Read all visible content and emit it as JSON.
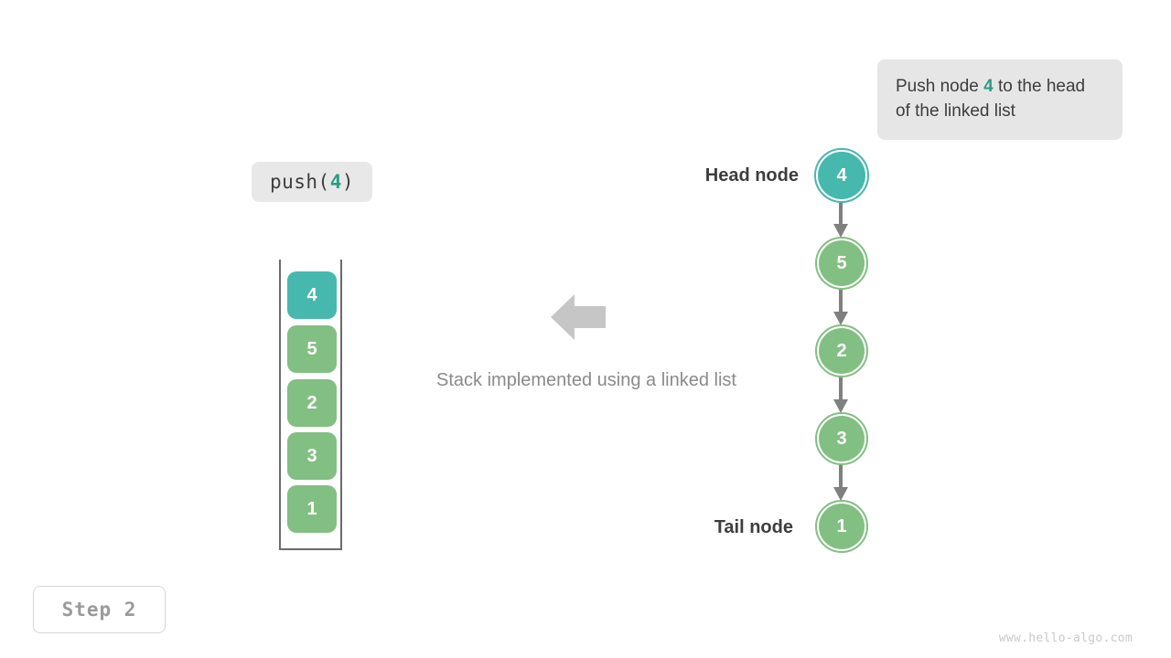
{
  "callout": {
    "text_before": "Push node ",
    "highlight": "4",
    "text_after": " to the head of the linked list",
    "bg_color": "#e6e6e6",
    "highlight_color": "#2c9c85"
  },
  "push_label": {
    "prefix": "push(",
    "value": "4",
    "suffix": ")"
  },
  "caption": "Stack implemented using a linked list",
  "center_arrow": {
    "direction": "left",
    "color": "#c6c6c6"
  },
  "stack": {
    "top_color": "#47b8ad",
    "cell_color": "#82bf82",
    "cells": [
      {
        "value": "4",
        "highlighted": true
      },
      {
        "value": "5",
        "highlighted": false
      },
      {
        "value": "2",
        "highlighted": false
      },
      {
        "value": "3",
        "highlighted": false
      },
      {
        "value": "1",
        "highlighted": false
      }
    ]
  },
  "linked_list": {
    "head_label": "Head node",
    "tail_label": "Tail node",
    "node_color": "#82bf82",
    "head_color": "#47b8ad",
    "arrow_color": "#808080",
    "nodes": [
      {
        "value": "4",
        "highlighted": true
      },
      {
        "value": "5",
        "highlighted": false
      },
      {
        "value": "2",
        "highlighted": false
      },
      {
        "value": "3",
        "highlighted": false
      },
      {
        "value": "1",
        "highlighted": false
      }
    ]
  },
  "step_badge": "Step 2",
  "watermark": "www.hello-algo.com"
}
